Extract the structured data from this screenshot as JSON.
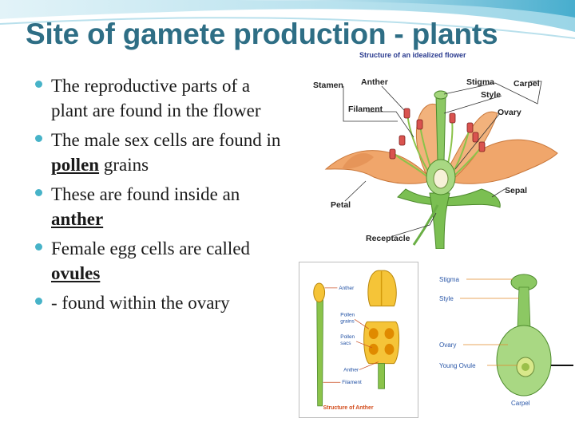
{
  "slide": {
    "title": "Site of gamete production - plants"
  },
  "bullets": [
    {
      "parts": [
        {
          "text": "The reproductive parts of a plant are found in the flower",
          "bold": false
        }
      ]
    },
    {
      "parts": [
        {
          "text": "The male sex cells are found in ",
          "bold": false
        },
        {
          "text": "pollen",
          "bold": true
        },
        {
          "text": " grains",
          "bold": false
        }
      ]
    },
    {
      "parts": [
        {
          "text": "These are found inside an ",
          "bold": false
        },
        {
          "text": "anther",
          "bold": true
        }
      ]
    },
    {
      "parts": [
        {
          "text": "Female egg cells are called ",
          "bold": false
        },
        {
          "text": "ovules",
          "bold": true
        }
      ]
    },
    {
      "parts": [
        {
          "text": "- found within the ovary",
          "bold": false
        }
      ]
    }
  ],
  "flower_figure": {
    "caption": "Structure of an idealized flower",
    "labels": {
      "stamen": "Stamen",
      "anther": "Anther",
      "filament": "Filament",
      "stigma": "Stigma",
      "style": "Style",
      "carpel": "Carpel",
      "ovary": "Ovary",
      "sepal": "Sepal",
      "petal": "Petal",
      "receptacle": "Receptacle"
    }
  },
  "anther_figure": {
    "caption": "Structure of Anther",
    "labels": {
      "anther": "Anther",
      "pollen_grains_1": "Pollen",
      "pollen_grains_2": "grains",
      "pollen_sacs_1": "Pollen",
      "pollen_sacs_2": "sacs",
      "anther_2": "Anther",
      "filament": "Filament"
    }
  },
  "ovary_figure": {
    "labels": {
      "stigma": "Stigma",
      "style": "Style",
      "ovary": "Ovary",
      "young_ovule": "Young Ovule",
      "carpel": "Carpel"
    }
  },
  "colors": {
    "title": "#2e6e85",
    "bullet": "#47b3c8",
    "petal": "#f0a66b",
    "green": "#6cba4a"
  }
}
